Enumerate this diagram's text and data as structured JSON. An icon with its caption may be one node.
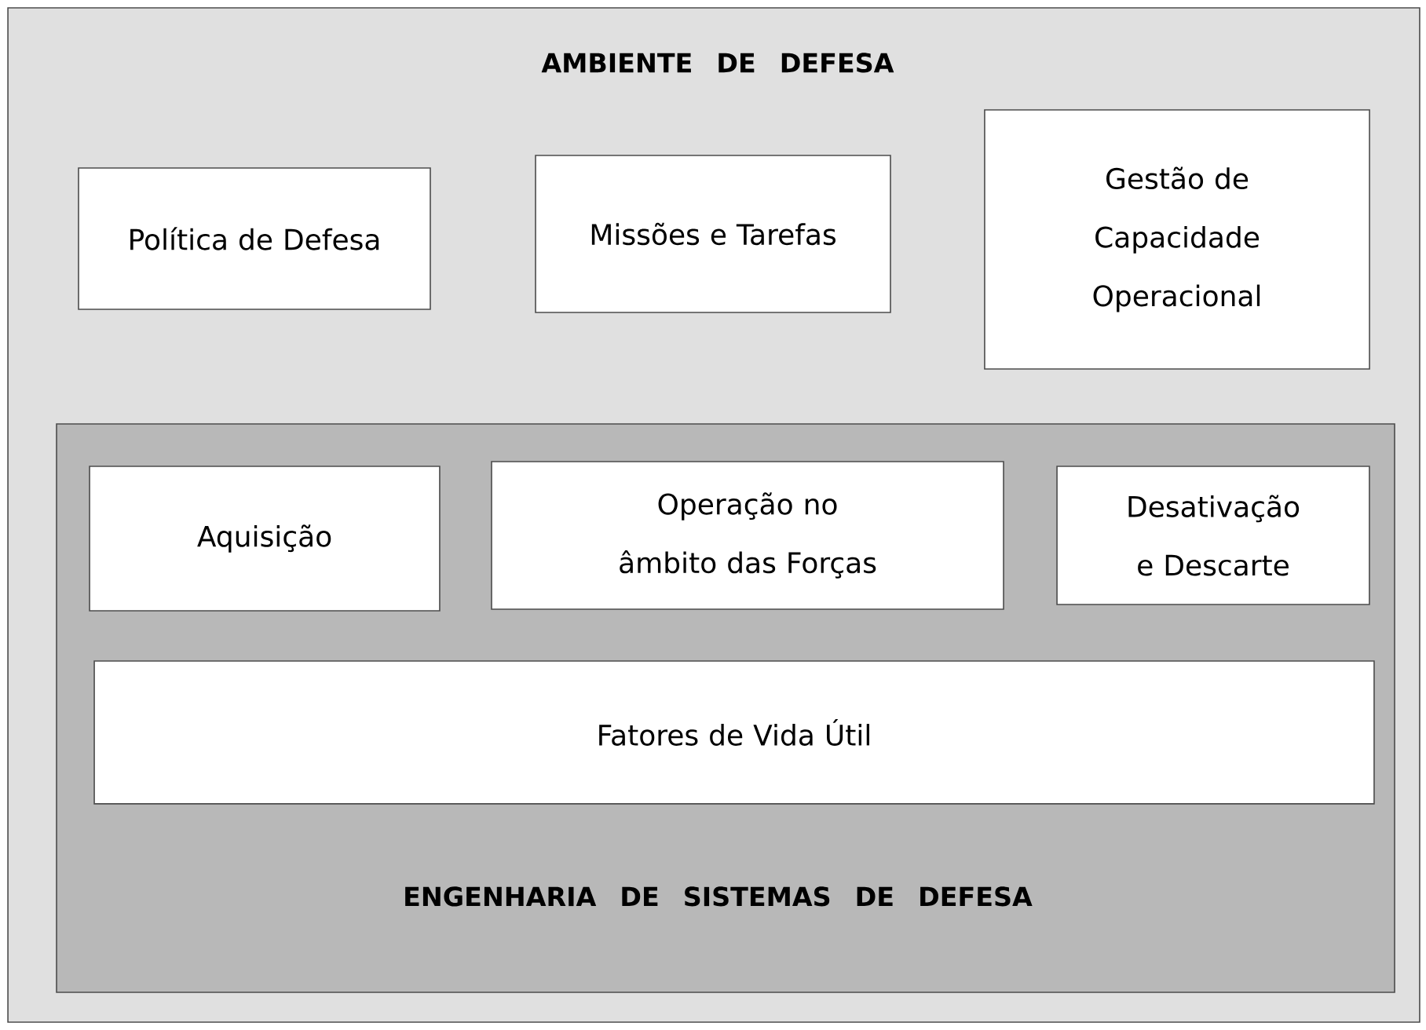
{
  "diagram": {
    "nodes": [
      {
        "text": [
          "AMBIENTE DE DEFESA"
        ]
      },
      {
        "text": [
          "Política de Defesa"
        ],
        "in": 0
      },
      {
        "text": [
          "Missões e Tarefas"
        ],
        "in": 0
      },
      {
        "text": [
          "Gestão de Capacidade Operacional"
        ],
        "in": 0
      },
      {
        "text": [
          "ENGENHARIA DE SISTEMAS DE DEFESA"
        ],
        "in": 0
      },
      {
        "text": [
          "Aquisição"
        ],
        "in": 4
      },
      {
        "text": [
          "Operação no âmbito das Forças"
        ],
        "in": 4
      },
      {
        "text": [
          "Desativação e Descarte"
        ],
        "in": 4
      },
      {
        "text": [
          "Fatores de Vida Útil"
        ],
        "in": 4
      }
    ]
  }
}
